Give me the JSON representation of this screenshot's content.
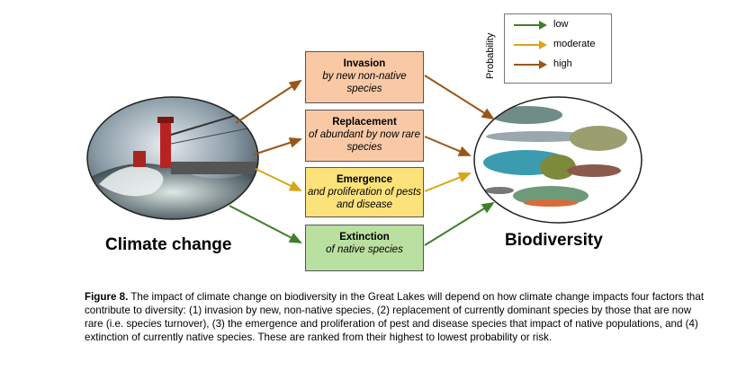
{
  "legend": {
    "title": "Probability",
    "items": [
      {
        "label": "low",
        "color": "#3f7f2a"
      },
      {
        "label": "moderate",
        "color": "#d9a514"
      },
      {
        "label": "high",
        "color": "#9a5617"
      }
    ]
  },
  "source": {
    "label": "Climate change"
  },
  "target": {
    "label": "Biodiversity"
  },
  "factors": [
    {
      "title": "Invasion",
      "subtitle": "by new non-native species",
      "probability": "high",
      "fill": "#f9c9a6"
    },
    {
      "title": "Replacement",
      "subtitle": "of abundant by now rare species",
      "probability": "high",
      "fill": "#f9c9a6"
    },
    {
      "title": "Emergence",
      "subtitle": "and proliferation of pests and disease",
      "probability": "moderate",
      "fill": "#fbe27a"
    },
    {
      "title": "Extinction",
      "subtitle": "of native species",
      "probability": "low",
      "fill": "#b9e0a0"
    }
  ],
  "caption": {
    "figure": "Figure 8.",
    "text": " The impact of climate change on biodiversity in the Great Lakes will depend on how climate change impacts four factors that contribute to diversity: (1) invasion by new, non-native species, (2) replacement of currently dominant species by those that are now rare (i.e. species turnover), (3) the emergence and proliferation of pest and disease species that impact of native populations, and (4) extinction of currently native species. These are ranked from their highest to lowest probability or risk."
  }
}
